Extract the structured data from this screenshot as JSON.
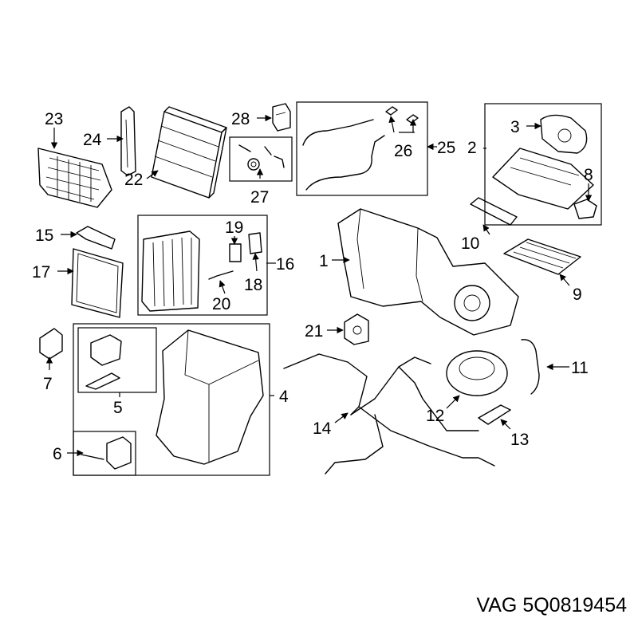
{
  "callouts": {
    "c1": "1",
    "c2": "2",
    "c3": "3",
    "c4": "4",
    "c5": "5",
    "c6": "6",
    "c7": "7",
    "c8": "8",
    "c9": "9",
    "c10": "10",
    "c11": "11",
    "c12": "12",
    "c13": "13",
    "c14": "14",
    "c15": "15",
    "c16": "16",
    "c17": "17",
    "c18": "18",
    "c19": "19",
    "c20": "20",
    "c21": "21",
    "c22": "22",
    "c23": "23",
    "c24": "24",
    "c25": "25",
    "c26": "26",
    "c27": "27",
    "c28": "28"
  },
  "caption": {
    "brand_part": "VAG 5Q0819454"
  }
}
